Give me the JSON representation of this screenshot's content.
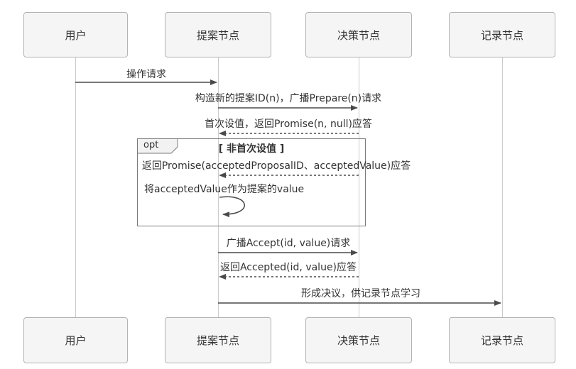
{
  "actors": [
    {
      "label": "用户"
    },
    {
      "label": "提案节点"
    },
    {
      "label": "决策节点"
    },
    {
      "label": "记录节点"
    }
  ],
  "messages": [
    {
      "label": "操作请求",
      "from": "用户",
      "to": "提案节点",
      "type": "solid"
    },
    {
      "label": "构造新的提案ID(n)，广播Prepare(n)请求",
      "from": "提案节点",
      "to": "决策节点",
      "type": "solid"
    },
    {
      "label": "首次设值，返回Promise(n, null)应答",
      "from": "决策节点",
      "to": "提案节点",
      "type": "dashed-return"
    },
    {
      "label": "返回Promise(acceptedProposalID、acceptedValue)应答",
      "from": "决策节点",
      "to": "提案节点",
      "type": "dashed-return"
    },
    {
      "label": "将acceptedValue作为提案的value",
      "from": "提案节点",
      "to": "提案节点",
      "type": "self"
    },
    {
      "label": "广播Accept(id, value)请求",
      "from": "提案节点",
      "to": "决策节点",
      "type": "solid"
    },
    {
      "label": "返回Accepted(id, value)应答",
      "from": "决策节点",
      "to": "提案节点",
      "type": "dashed-return"
    },
    {
      "label": "形成决议，供记录节点学习",
      "from": "提案节点",
      "to": "记录节点",
      "type": "solid"
    }
  ],
  "fragment": {
    "operator": "opt",
    "guard": "[ 非首次设值 ]"
  },
  "colors": {
    "bg": "#ffffff",
    "box-fill": "#f5f5f5",
    "box-border": "#b3b3b3",
    "line": "#4a4a4a",
    "lifeline": "#cccccc",
    "fragment-border": "#7a7a7a",
    "text": "#333333"
  }
}
